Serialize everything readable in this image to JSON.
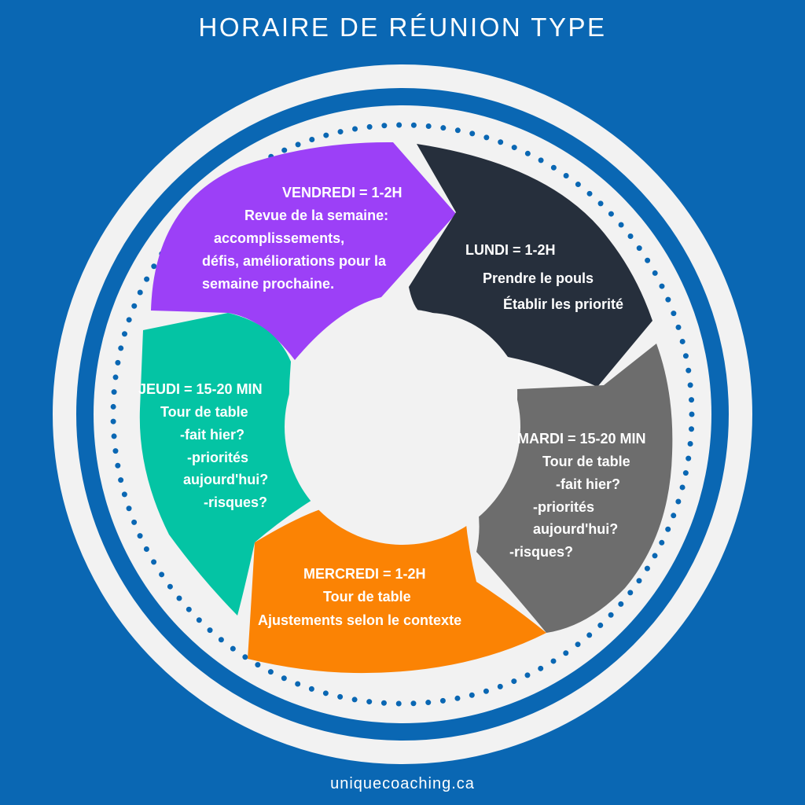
{
  "title": "HORAIRE DE RÉUNION TYPE",
  "footer": "uniquecoaching.ca",
  "colors": {
    "background": "#0a67b3",
    "ring": "#f2f2f2",
    "lundi": "#262f3c",
    "mardi": "#6d6d6d",
    "mercredi": "#fb8304",
    "jeudi": "#04c4a4",
    "vendredi": "#9c40f7"
  },
  "segments": {
    "vendredi": {
      "heading": "VENDREDI = 1-2H",
      "lines": [
        "Revue de la semaine:",
        "accomplissements,",
        "défis, améliorations pour la",
        "semaine prochaine."
      ]
    },
    "lundi": {
      "heading": "LUNDI = 1-2H",
      "lines": [
        "Prendre le pouls",
        "Établir les priorité"
      ]
    },
    "mardi": {
      "heading": "MARDI = 15-20 MIN",
      "lines": [
        "Tour de table",
        "-fait hier?",
        "-priorités",
        "aujourd'hui?",
        "-risques?"
      ]
    },
    "mercredi": {
      "heading": "MERCREDI = 1-2H",
      "lines": [
        "Tour de table",
        "Ajustements selon le contexte"
      ]
    },
    "jeudi": {
      "heading": "JEUDI = 15-20 MIN",
      "lines": [
        "Tour de table",
        "-fait hier?",
        "-priorités",
        "aujourd'hui?",
        "-risques?"
      ]
    }
  }
}
